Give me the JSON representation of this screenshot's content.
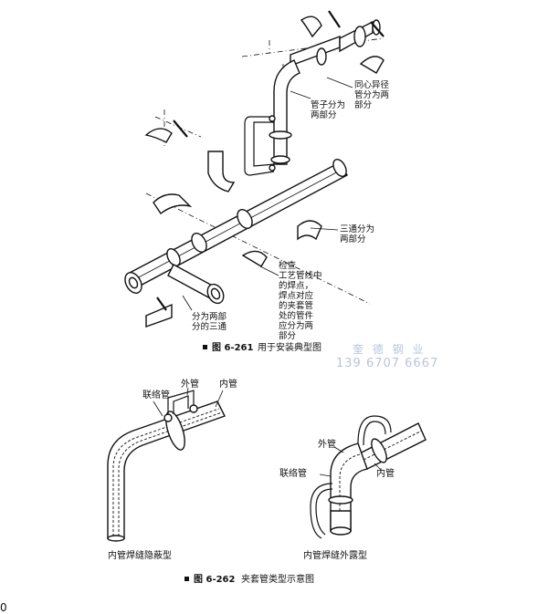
{
  "figure_261": {
    "caption_number": "图 6-261",
    "caption_text": "用于安装典型图",
    "labels": {
      "reducer": [
        "同心异径",
        "管分为两",
        "部分"
      ],
      "pipe_split": [
        "管子分为",
        "两部分"
      ],
      "tee_split": [
        "三通分为",
        "两部分"
      ],
      "check_weld": [
        "检查",
        "工艺管线中",
        "的焊点，",
        "焊点对应",
        "的夹套管",
        "处的管件",
        "应分为两",
        "部分"
      ],
      "split_tee": [
        "分为两部",
        "分的三通"
      ]
    }
  },
  "figure_262": {
    "caption_number": "图 6-262",
    "caption_text": "夹套管类型示意图",
    "left": {
      "connector": "联络管",
      "outer": "外管",
      "inner": "内管",
      "type": "内管焊缝隐蔽型"
    },
    "right": {
      "outer": "外管",
      "connector": "联络管",
      "inner": "内管",
      "type": "内管焊缝外露型"
    }
  },
  "watermark": {
    "company": "奎 德 钢 业",
    "phone": "139 6707 6667"
  },
  "page_edge_text": "0"
}
